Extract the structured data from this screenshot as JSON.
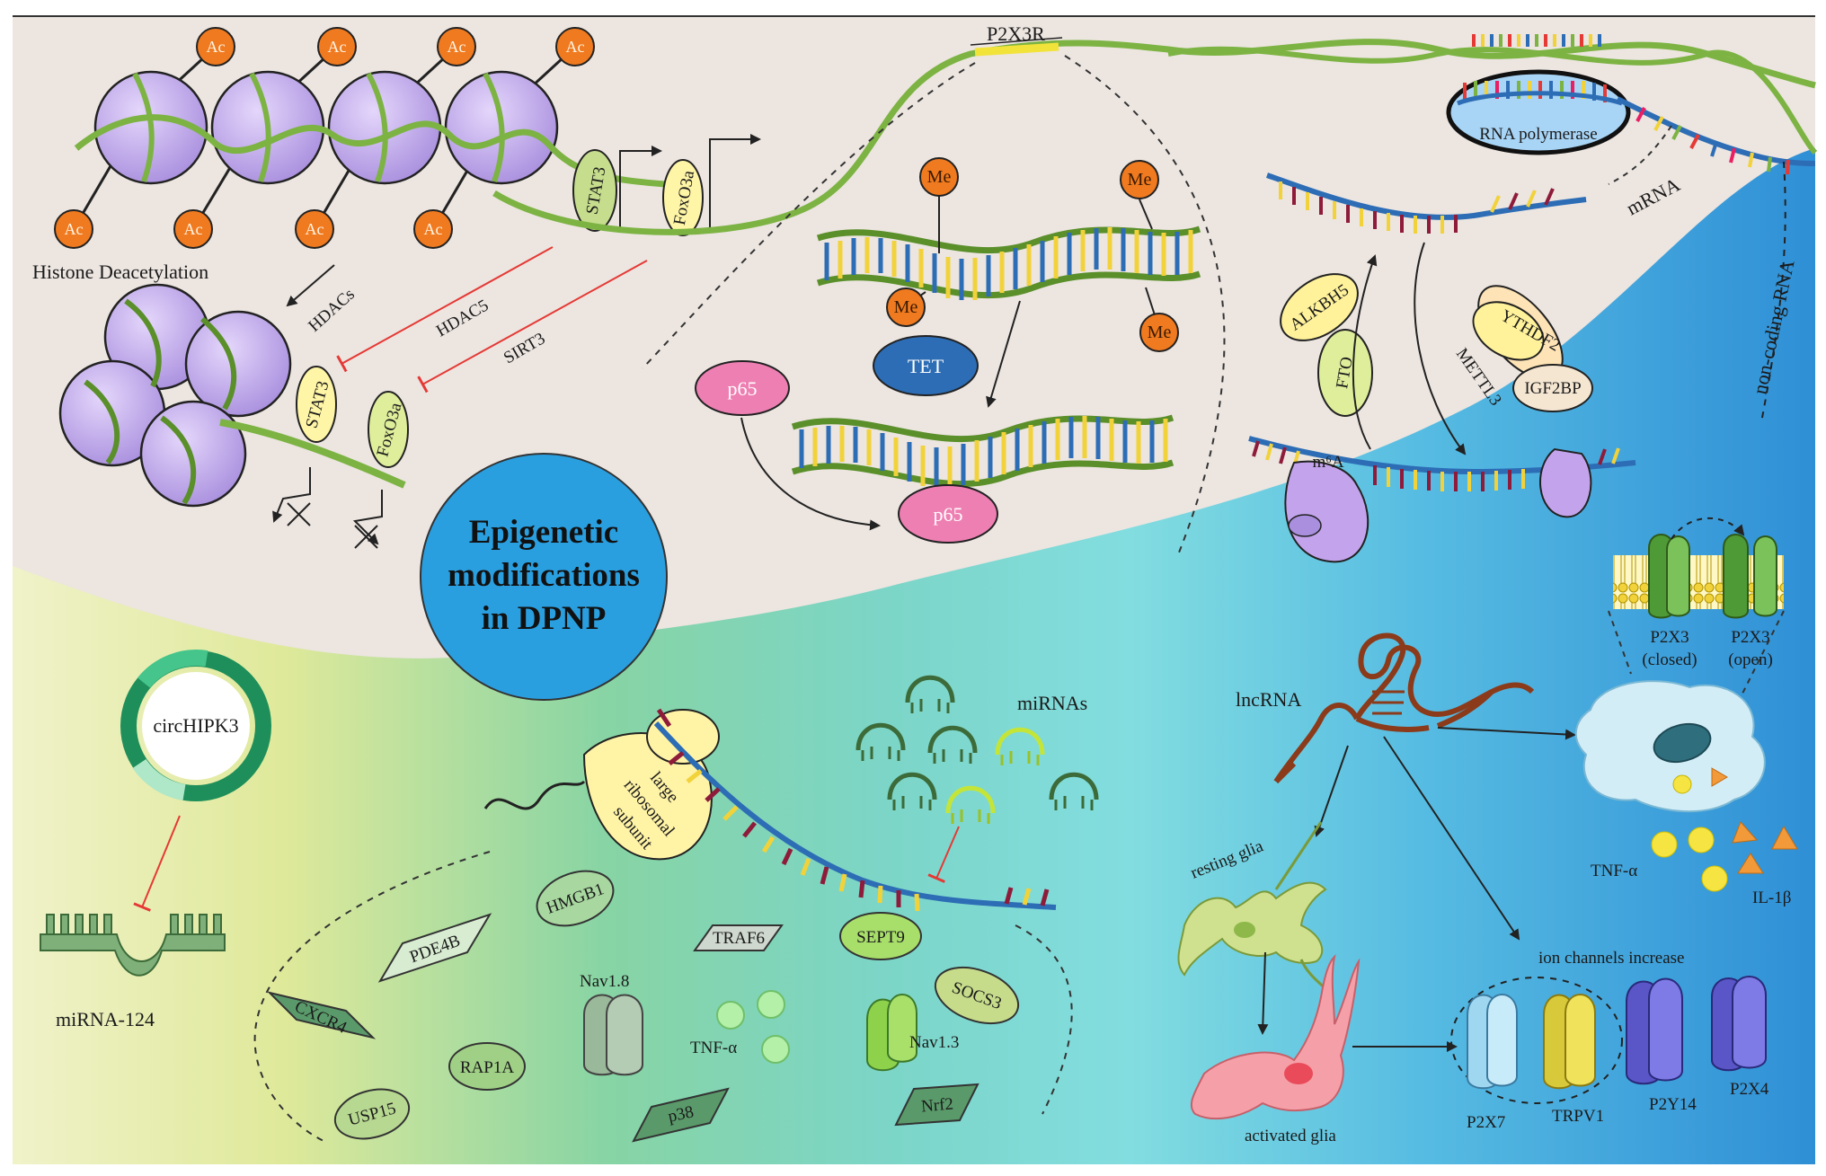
{
  "center": {
    "line1": "Epigenetic",
    "line2": "modifications",
    "line3": "in DPNP"
  },
  "histone": {
    "ac_label": "Ac",
    "caption": "Histone Deacetylation",
    "hdacs": "HDACs",
    "hdac5": "HDAC5",
    "sirt3": "SIRT3",
    "stat3_top": "STAT3",
    "foxo3a_top": "FoxO3a",
    "stat3_bottom": "STAT3",
    "foxo3a_bottom": "FoxO3a"
  },
  "dna_methylation": {
    "gene": "P2X3R",
    "me_label": "Me",
    "tet": "TET",
    "p65_left": "p65",
    "p65_bound": "p65"
  },
  "m6a": {
    "mrna": "mRNA",
    "rna_polymerase": "RNA polymerase",
    "alkbh5": "ALKBH5",
    "fto": "FTO",
    "ythdf2": "YTHDF2",
    "mettl3": "METTL3",
    "igf2bp": "IGF2BP",
    "m6a_mark": "m⁶A"
  },
  "noncoding": {
    "label": "non-coding RNA"
  },
  "circrna": {
    "circ": "circHIPK3",
    "mirna124": "miRNA-124"
  },
  "mirna": {
    "mirnas": "miRNAs",
    "ribosome_line1": "large",
    "ribosome_line2": "ribosomal",
    "ribosome_line3": "subunit",
    "targets": {
      "hmgb1": "HMGB1",
      "pde4b": "PDE4B",
      "traf6": "TRAF6",
      "sept9": "SEPT9",
      "cxcr4": "CXCR4",
      "nav18": "Nav1.8",
      "socs3": "SOCS3",
      "tnfa": "TNF-α",
      "nav13": "Nav1.3",
      "rap1a": "RAP1A",
      "usp15": "USP15",
      "p38": "p38",
      "nrf2": "Nrf2"
    }
  },
  "lncrna": {
    "lncrna": "lncRNA",
    "p2x3_closed_l1": "P2X3",
    "p2x3_closed_l2": "(closed)",
    "p2x3_open_l1": "P2X3",
    "p2x3_open_l2": "(open)",
    "tnfa": "TNF-α",
    "il1b": "IL-1β",
    "resting_glia": "resting glia",
    "activated_glia": "activated glia",
    "ion_channels": "ion channels increase",
    "p2x7": "P2X7",
    "trpv1": "TRPV1",
    "p2y14": "P2Y14",
    "p2x4": "P2X4"
  },
  "colors": {
    "top_panel": "#ece5e0",
    "histone_purple": "#c9b2ec",
    "acetyl_orange": "#f07a1f",
    "dna_green": "#7cb342",
    "center_blue": "#2a9fe0",
    "p65_pink": "#ee7fb2",
    "tet_blue": "#2d6db5"
  }
}
